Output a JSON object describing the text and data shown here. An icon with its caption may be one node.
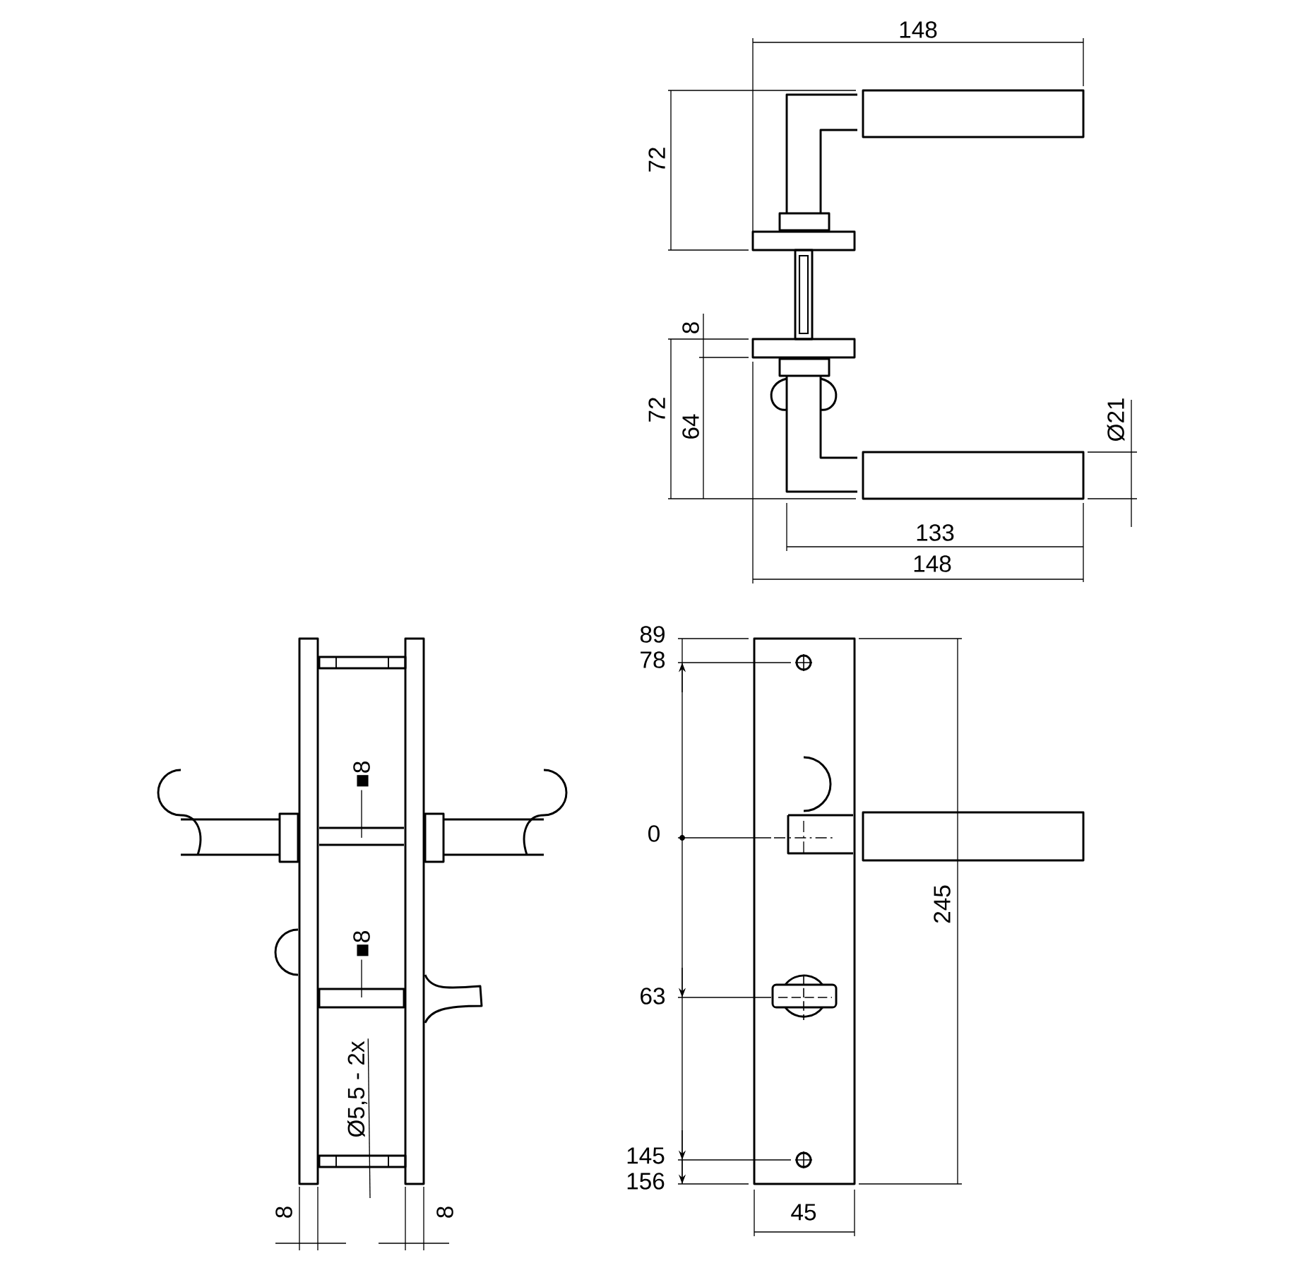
{
  "diagram": {
    "nodes": [
      {
        "text": [
          "■8"
        ]
      },
      {
        "text": [
          "■8"
        ]
      },
      {
        "text": [
          "Ø5,5 - 2x"
        ]
      }
    ],
    "edges": [
      {
        "from": 0,
        "to": null,
        "arrow": "none"
      },
      {
        "from": 1,
        "to": null,
        "arrow": "none"
      },
      {
        "from": 2,
        "to": null,
        "arrow": "none"
      }
    ],
    "labels": [
      "148",
      "72",
      "8",
      "72",
      "64",
      "Ø21",
      "133",
      "148",
      "89",
      "78",
      "0",
      "63",
      "245",
      "145",
      "156",
      "8",
      "8",
      "45"
    ]
  }
}
